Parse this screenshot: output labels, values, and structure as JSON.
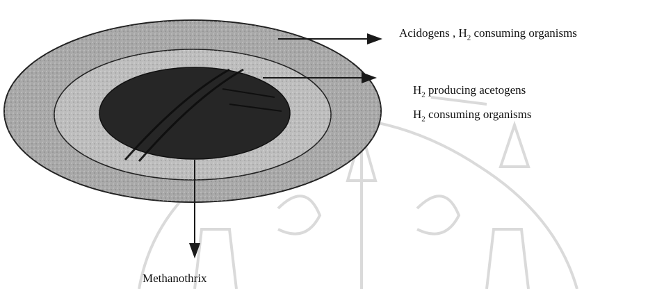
{
  "labels": {
    "outer": {
      "prefix": "Acidogens , H",
      "sub": "2",
      "suffix": " consuming organisms"
    },
    "middle_1": {
      "prefix": "H",
      "sub": "2",
      "suffix": " producing acetogens"
    },
    "middle_2": {
      "prefix": "H",
      "sub": "2",
      "suffix": " consuming organisms"
    },
    "core": {
      "text": "Methanothrix"
    }
  },
  "colors": {
    "outer_ring": "#a8a8a8",
    "middle_ring": "#bdbdbd",
    "core": "#262626",
    "line": "#1a1a1a"
  }
}
